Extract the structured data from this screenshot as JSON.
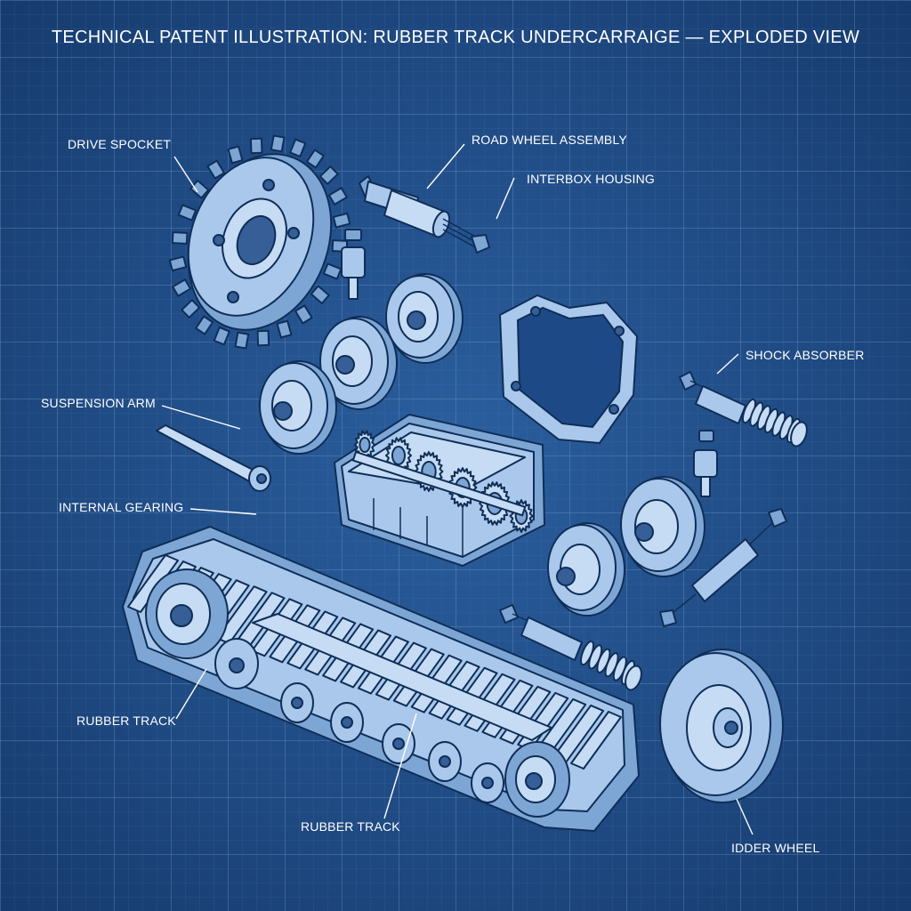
{
  "title": "TECHNICAL PATENT ILLUSTRATION: RUBBER TRACK UNDERCARRAIGE — EXPLODED VIEW",
  "labels": {
    "drive_sprocket": "DRIVE SPOCKET",
    "road_wheel_assembly": "ROAD WHEEL ASSEMBLY",
    "interbox_housing": "INTERBOX  HOUSING",
    "shock_absorber": "SHOCK ABSORBER",
    "suspension_arm": "SUSPENSION ARM",
    "internal_gearing": "INTERNAL GEARING",
    "rubber_track_left": "RUBBER TRACK",
    "rubber_track_bottom": "RUBBER TRACK",
    "idler_wheel": "IDDER WHEEL"
  },
  "colors": {
    "background": "#1d4a86",
    "grid_line": "#6f95c8",
    "part_fill": "#a9c8ec",
    "part_outline": "#0f2e57",
    "label_text": "#ffffff"
  }
}
